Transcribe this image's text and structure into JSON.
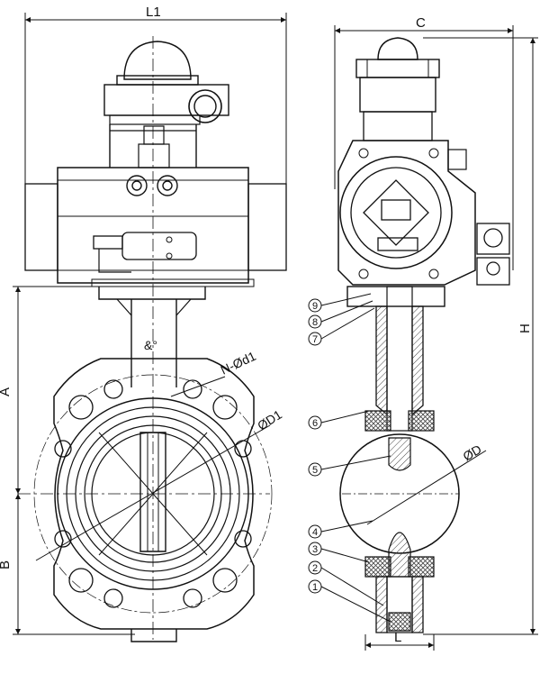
{
  "dimensions": {
    "L1": "L1",
    "C": "C",
    "A": "A",
    "B": "B",
    "H": "H",
    "L": "L",
    "ND1": "N-Ød1",
    "OD1": "ØD1",
    "OD": "ØD"
  },
  "manual_mark": "&°",
  "parts": [
    "1",
    "2",
    "3",
    "4",
    "5",
    "6",
    "7",
    "8",
    "9"
  ],
  "colors": {
    "line": "#111111",
    "background": "#ffffff",
    "hatch": "#444444"
  }
}
